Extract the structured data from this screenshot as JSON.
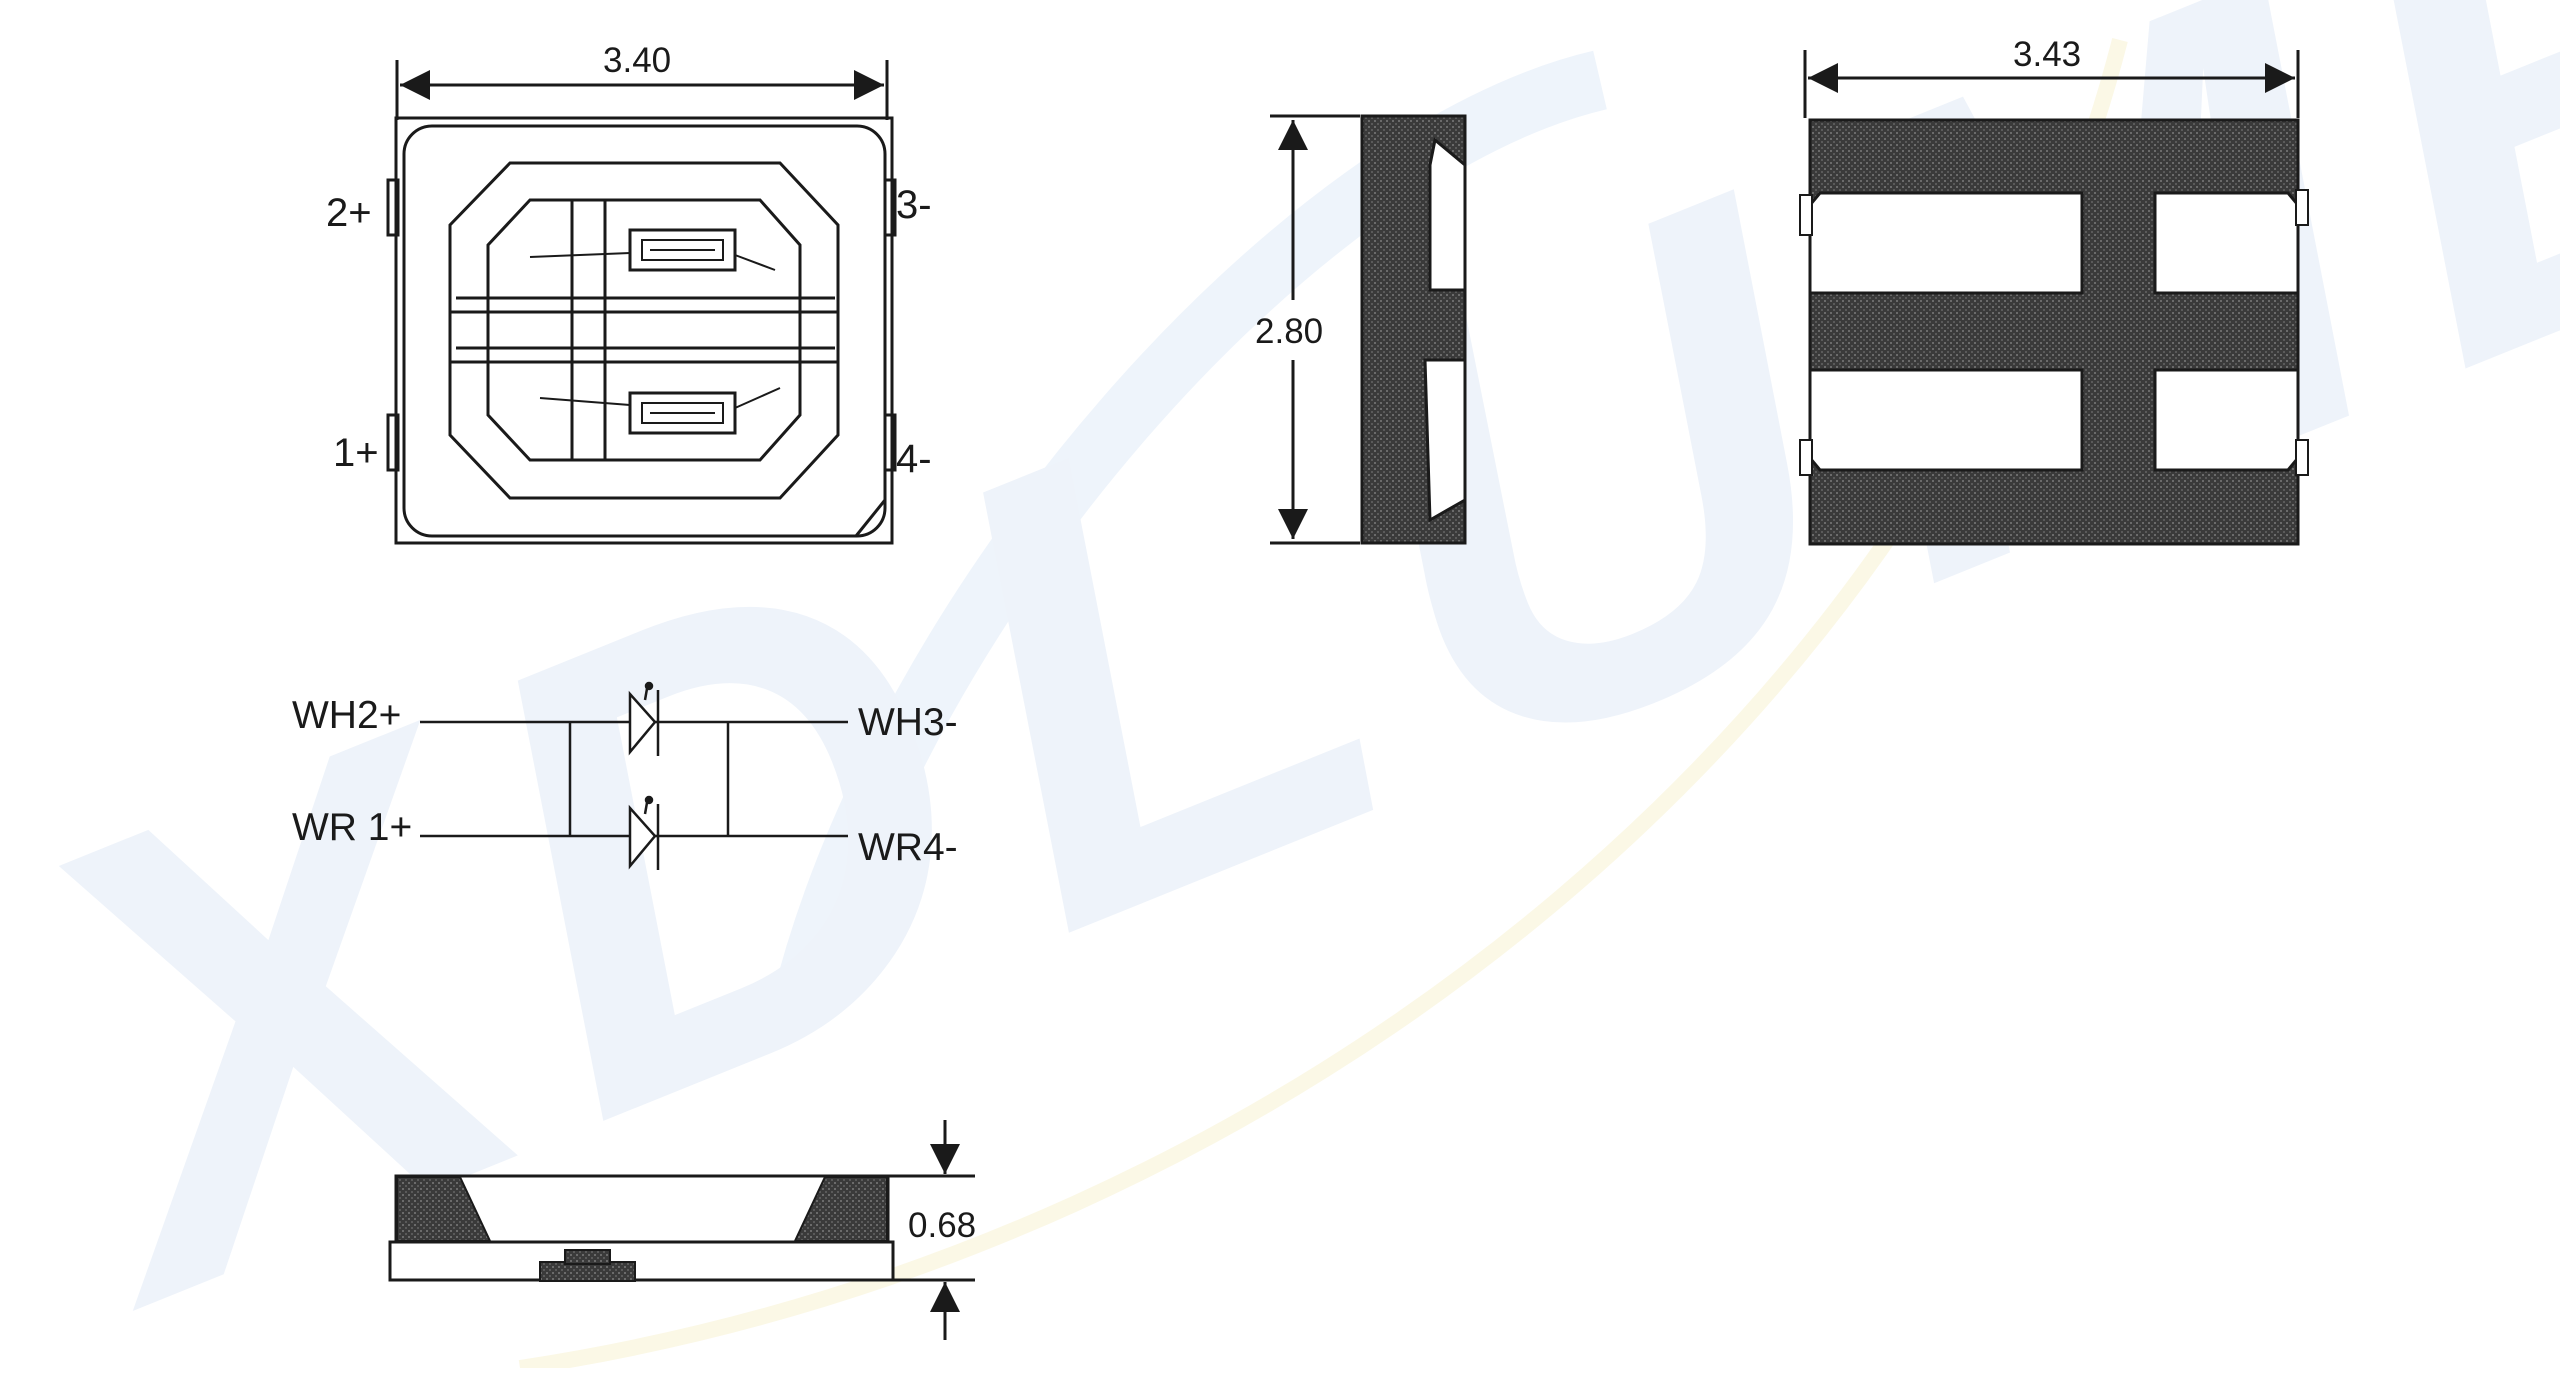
{
  "colors": {
    "line": "#1a1a1a",
    "fill": "#3d3d3d",
    "background": "#ffffff",
    "watermark": "#eef3fa"
  },
  "watermark": {
    "text": "XDLUMEN"
  },
  "top_view": {
    "width_dim": "3.40",
    "pins": {
      "p2": "2+",
      "p3": "3-",
      "p1": "1+",
      "p4": "4-"
    }
  },
  "side_view": {
    "height_dim": "2.80"
  },
  "bottom_view": {
    "width_dim": "3.43"
  },
  "front_view": {
    "thickness_dim": "0.68"
  },
  "circuit": {
    "wh_in": "WH2+",
    "wh_out": "WH3-",
    "wr_in": "WR 1+",
    "wr_out": "WR4-"
  }
}
